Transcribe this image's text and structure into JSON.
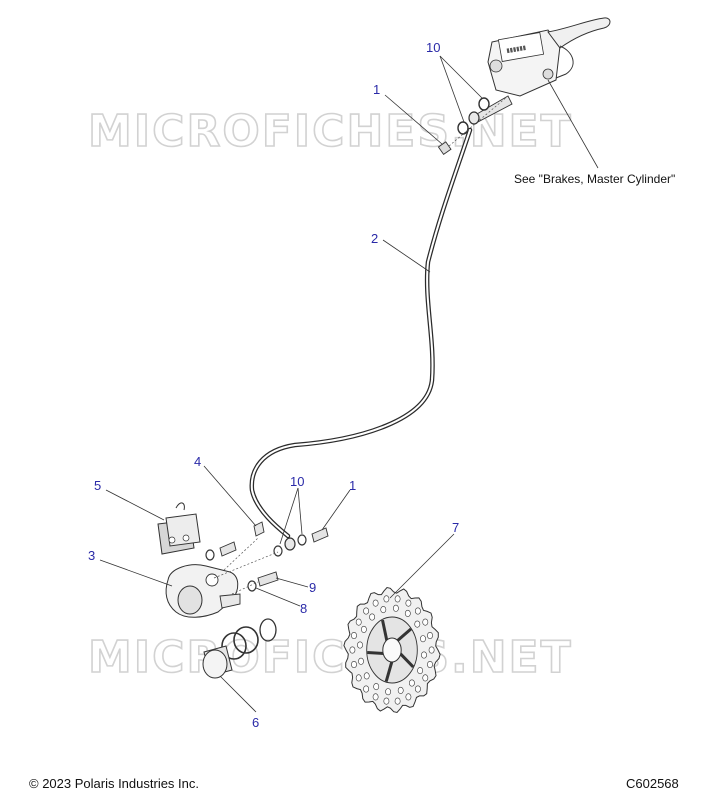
{
  "watermark": {
    "text": "MICROFICHES.NET"
  },
  "note": {
    "text": "See \"Brakes, Master Cylinder\""
  },
  "footer": {
    "copyright": "© 2023 Polaris Industries Inc.",
    "code": "C602568"
  },
  "callouts": {
    "c10_top": "10",
    "c1_top": "1",
    "c2": "2",
    "c4": "4",
    "c5": "5",
    "c10_mid": "10",
    "c1_mid": "1",
    "c3": "3",
    "c9": "9",
    "c8": "8",
    "c7": "7",
    "c6": "6"
  }
}
